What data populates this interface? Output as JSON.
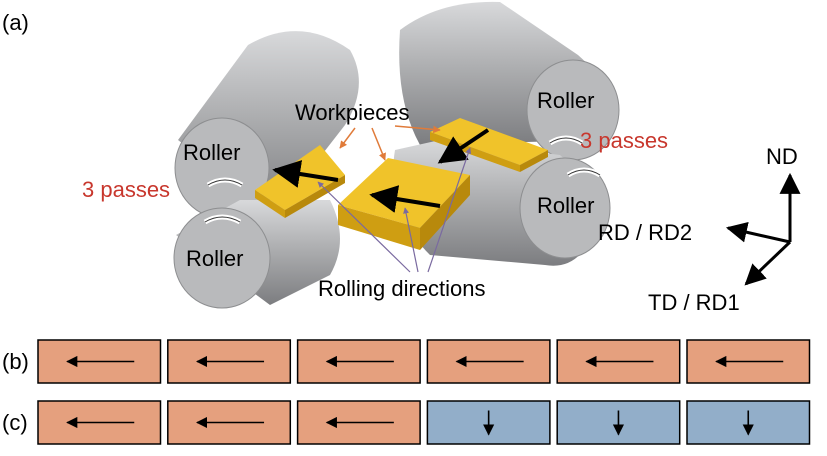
{
  "panels": {
    "a": "(a)",
    "b": "(b)",
    "c": "(c)"
  },
  "labels": {
    "roller": "Roller",
    "workpieces": "Workpieces",
    "passes": "3 passes",
    "rolling_directions": "Rolling directions"
  },
  "axes": {
    "nd": "ND",
    "rd": "RD / RD2",
    "td": "TD / RD1"
  },
  "colors": {
    "roller": "#a7a8aa",
    "roller_face": "#c4c5c7",
    "workpiece": "#f0c32a",
    "workpiece_side": "#cf9e12",
    "accent_red": "#c8372d",
    "orange_cell": "#e5a07e",
    "blue_cell": "#92aec9"
  },
  "strip_b": [
    "left",
    "left",
    "left",
    "left",
    "left",
    "left"
  ],
  "strip_c": [
    "left",
    "left",
    "left",
    "down",
    "down",
    "down"
  ]
}
